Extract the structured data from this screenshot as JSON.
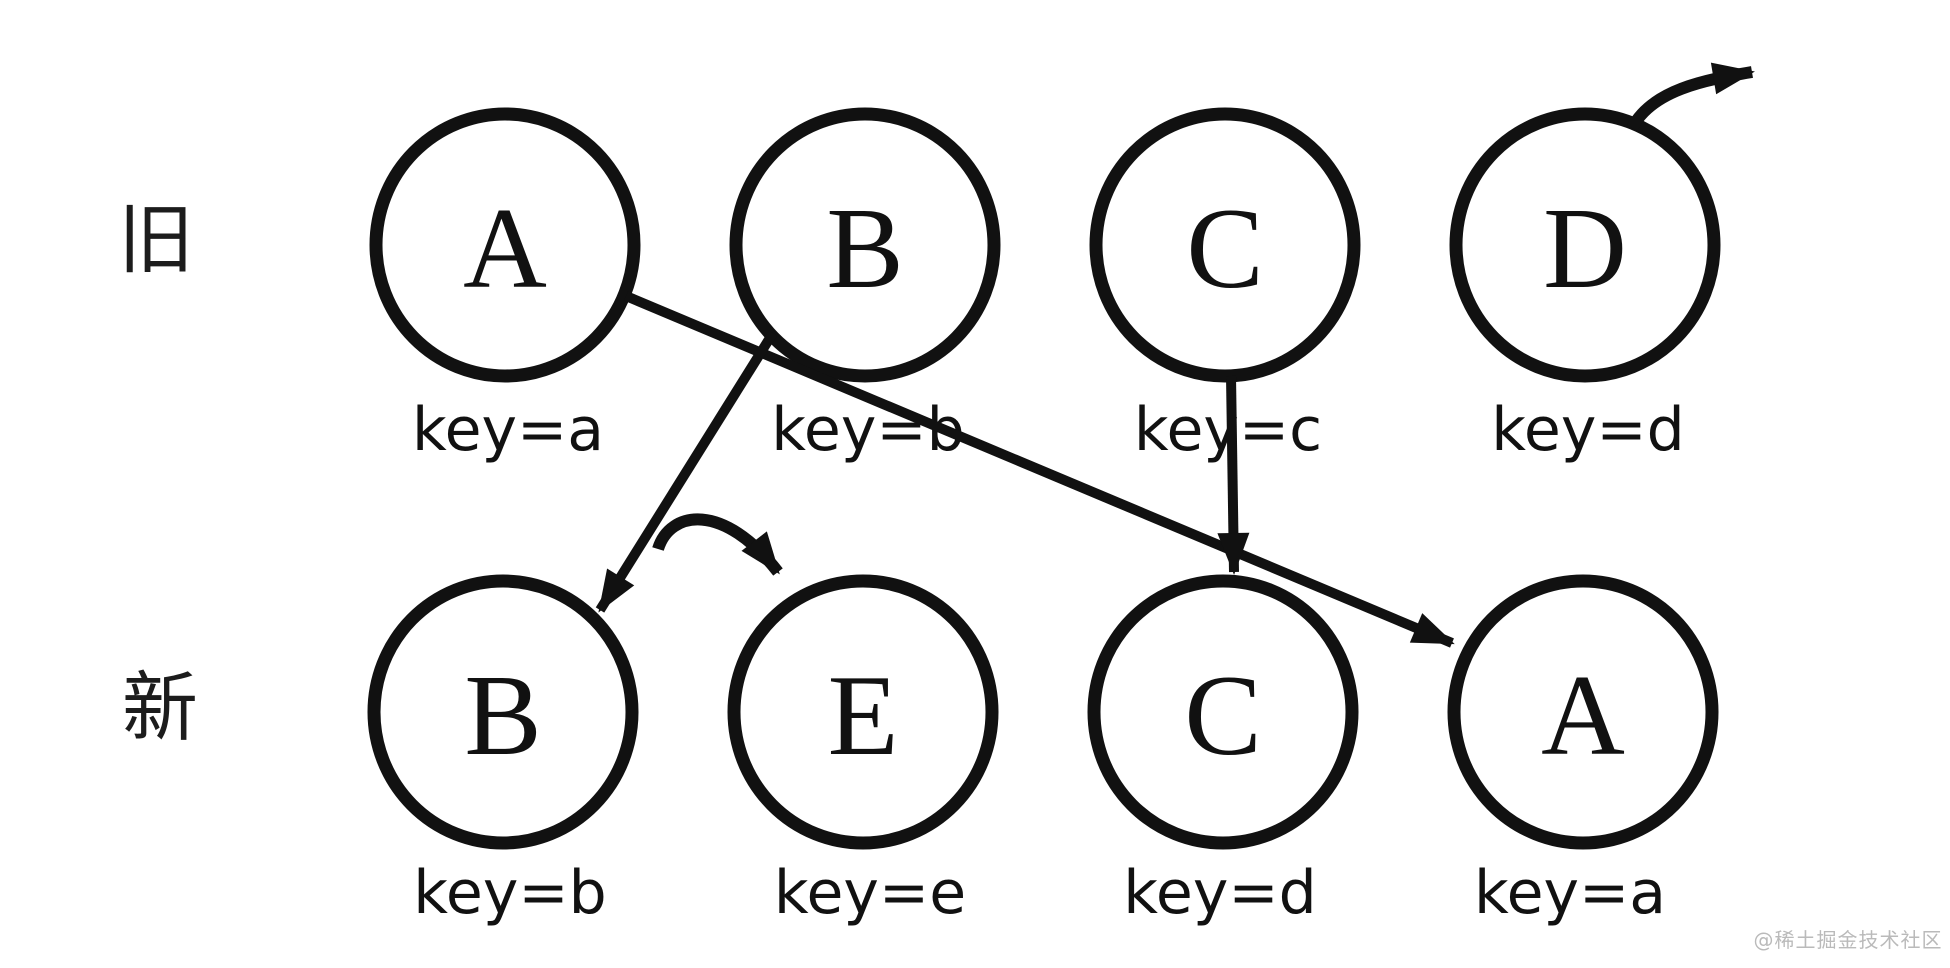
{
  "page": {
    "background": "#ffffff",
    "ink_color": "#111111",
    "watermark": "@稀土掘金技术社区"
  },
  "rows": {
    "old": {
      "label": "旧",
      "nodes": [
        {
          "letter": "A",
          "key": "key=a"
        },
        {
          "letter": "B",
          "key": "key=b"
        },
        {
          "letter": "C",
          "key": "key=c"
        },
        {
          "letter": "D",
          "key": "key=d"
        }
      ]
    },
    "new": {
      "label": "新",
      "nodes": [
        {
          "letter": "B",
          "key": "key=b"
        },
        {
          "letter": "E",
          "key": "key=e"
        },
        {
          "letter": "C",
          "key": "key=d"
        },
        {
          "letter": "A",
          "key": "key=a"
        }
      ]
    }
  },
  "arrows": [
    {
      "id": "old-A-to-new-A",
      "kind": "straight",
      "from": "old node A",
      "to": "new node A (last position)"
    },
    {
      "id": "old-B-to-new-B",
      "kind": "straight",
      "from": "old node B",
      "to": "new node B (first position)"
    },
    {
      "id": "old-C-to-new-C",
      "kind": "straight",
      "from": "old node C",
      "to": "new node C (same position)"
    },
    {
      "id": "old-D-removed",
      "kind": "curved-out",
      "from": "old node D",
      "to": "removed (off top-right)"
    },
    {
      "id": "new-E-inserted",
      "kind": "curved-in",
      "from": "insertion",
      "to": "new node E (top-left edge)"
    }
  ]
}
